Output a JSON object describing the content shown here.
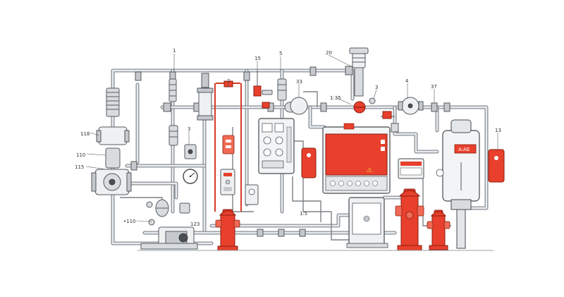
{
  "labels": {
    "callout_1": "1",
    "callout_2": "2",
    "callout_3": "3",
    "callout_4": "4",
    "callout_5": "5",
    "callout_13": "13",
    "callout_20": "20",
    "callout_37": "37",
    "callout_top_red": "15",
    "callout_left_a": "118",
    "callout_left_b": "110",
    "callout_left_c": "115",
    "callout_bottom_left": "•110",
    "callout_mid_a": "33",
    "callout_mid_b": "123",
    "callout_mid_c": "1:5",
    "callout_valve": "1:35",
    "callout_valve_b": "3"
  },
  "panel_text": {
    "right_panel_sign": "A:AE",
    "big_panel_warning": "⚠"
  },
  "colors": {
    "pipe": "#8a8f94",
    "equipment_red": "#e8402c",
    "background": "#ffffff"
  }
}
